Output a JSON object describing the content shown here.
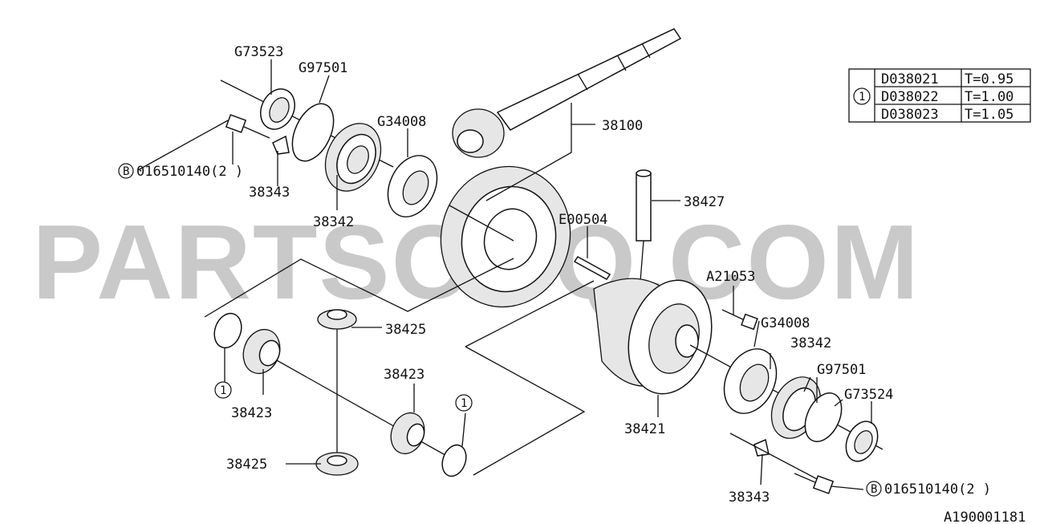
{
  "watermark": "PARTSOUQ.COM",
  "diagram_code": "A190001181",
  "callouts": {
    "g73523": "G73523",
    "g97501_top": "G97501",
    "g34008_top": "G34008",
    "p38100": "38100",
    "bolt_top": "016510140(2 )",
    "p38343_top": "38343",
    "p38342_top": "38342",
    "p38427": "38427",
    "e00504": "E00504",
    "a21053": "A21053",
    "g34008_bottom": "G34008",
    "p38342_bottom": "38342",
    "g97501_bottom": "G97501",
    "g73524": "G73524",
    "p38421": "38421",
    "p38425_top": "38425",
    "p38423_top": "38423",
    "p38423_left": "38423",
    "p38425_bottom": "38425",
    "p38343_bottom": "38343",
    "bolt_bottom": "016510140(2 )"
  },
  "circle_markers": {
    "b_symbol": "B",
    "one_symbol": "1"
  },
  "shim_table": {
    "marker": "1",
    "rows": [
      {
        "part": "D038021",
        "thickness": "T=0.95"
      },
      {
        "part": "D038022",
        "thickness": "T=1.00"
      },
      {
        "part": "D038023",
        "thickness": "T=1.05"
      }
    ]
  }
}
